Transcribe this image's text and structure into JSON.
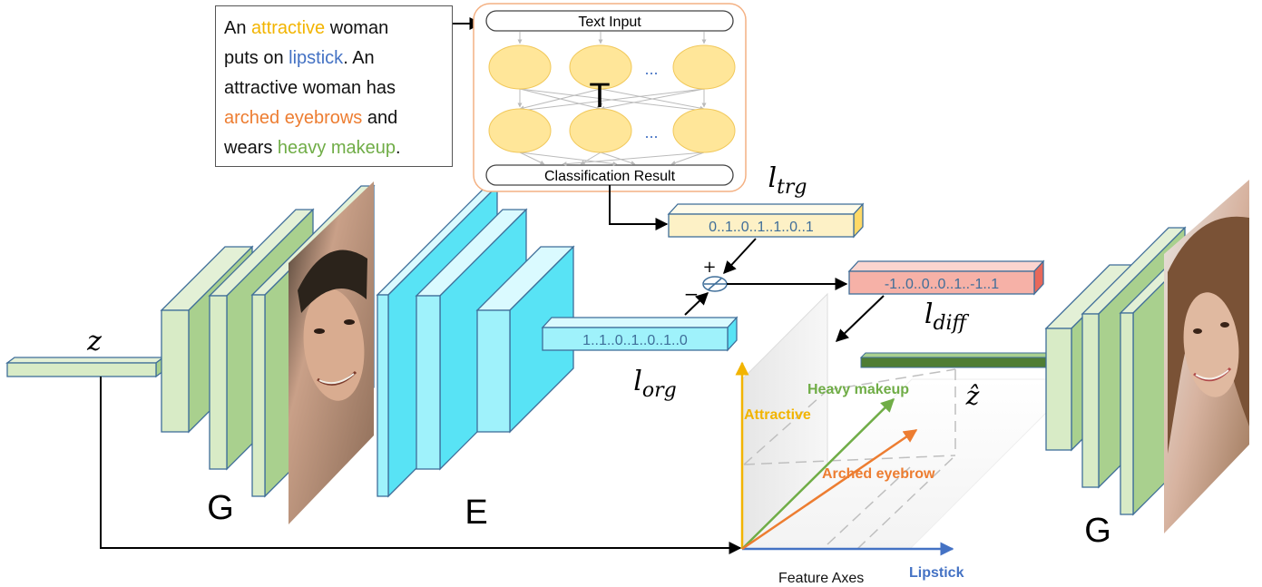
{
  "colors": {
    "attractive": "#f2b400",
    "lipstick": "#4472c4",
    "arched_eyebrows": "#ed7d31",
    "heavy_makeup": "#70ad47",
    "generator_face": "#d8ebc6",
    "encoder_face": "#9ff2fb",
    "trg_vector": "#fdf1c6",
    "diff_vector": "#f6b1a7",
    "z_hat_bar": "#4f7d34"
  },
  "prompt": {
    "lines": [
      [
        {
          "t": "An ",
          "c": "plain"
        },
        {
          "t": "attractive",
          "c": "attractive"
        },
        {
          "t": " woman",
          "c": "plain"
        }
      ],
      [
        {
          "t": "puts on ",
          "c": "plain"
        },
        {
          "t": "lipstick",
          "c": "lipstick"
        },
        {
          "t": ". An",
          "c": "plain"
        }
      ],
      [
        {
          "t": "attractive woman has",
          "c": "plain"
        }
      ],
      [
        {
          "t": "arched eyebrows",
          "c": "arched_eyebrows"
        },
        {
          "t": " and",
          "c": "plain"
        }
      ],
      [
        {
          "t": "wears ",
          "c": "plain"
        },
        {
          "t": "heavy makeup",
          "c": "heavy_makeup"
        },
        {
          "t": ".",
          "c": "plain"
        }
      ]
    ]
  },
  "classifier": {
    "input_label": "Text Input",
    "output_label": "Classification Result",
    "model_symbol": "T",
    "ellipsis": "..."
  },
  "labels": {
    "z": "z",
    "generator_left": "G",
    "encoder": "E",
    "generator_right": "G",
    "l_trg_base": "l",
    "l_trg_sub": "trg",
    "l_org_base": "l",
    "l_org_sub": "org",
    "l_diff_base": "l",
    "l_diff_sub": "diff",
    "plus": "+",
    "minus": "−",
    "z_hat": "ẑ"
  },
  "vectors": {
    "trg": "0..1..0..1..1..0..1",
    "org": "1..1..0..1..0..1..0",
    "diff": "-1..0..0..0..1..-1..1"
  },
  "feature_space": {
    "title": "Feature Axes",
    "axis_vertical": "Attractive",
    "axis_horizontal": "Lipstick",
    "vector_green": "Heavy makeup",
    "vector_orange": "Arched eyebrow"
  }
}
